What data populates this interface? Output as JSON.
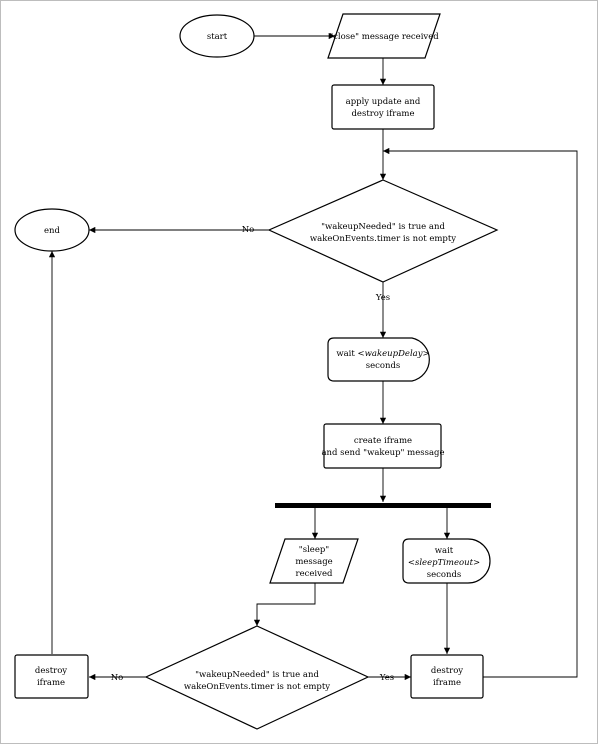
{
  "nodes": {
    "start": "start",
    "close_msg": "\"close\" message received",
    "apply_update": [
      "apply update and",
      "destroy iframe"
    ],
    "decision_top": [
      "\"wakeupNeeded\" is true and",
      "wakeOnEvents.timer is not empty"
    ],
    "end": "end",
    "wait_wakeup": {
      "prefix": "wait <",
      "var": "wakeupDelay",
      "suffix": ">",
      "line2": "seconds"
    },
    "create_iframe": [
      "create iframe",
      "and send \"wakeup\" message"
    ],
    "sleep_msg": [
      "\"sleep\"",
      "message",
      "received"
    ],
    "wait_sleep": {
      "line1": "wait",
      "prefix": "<",
      "var": "sleepTimeout",
      "suffix": ">",
      "line3": "seconds"
    },
    "destroy_left": [
      "destroy",
      "iframe"
    ],
    "decision_bottom": [
      "\"wakeupNeeded\" is true and",
      "wakeOnEvents.timer is not empty"
    ],
    "destroy_right": [
      "destroy",
      "iframe"
    ]
  },
  "edges": {
    "top_no": "No",
    "top_yes": "Yes",
    "bottom_no": "No",
    "bottom_yes": "Yes"
  }
}
